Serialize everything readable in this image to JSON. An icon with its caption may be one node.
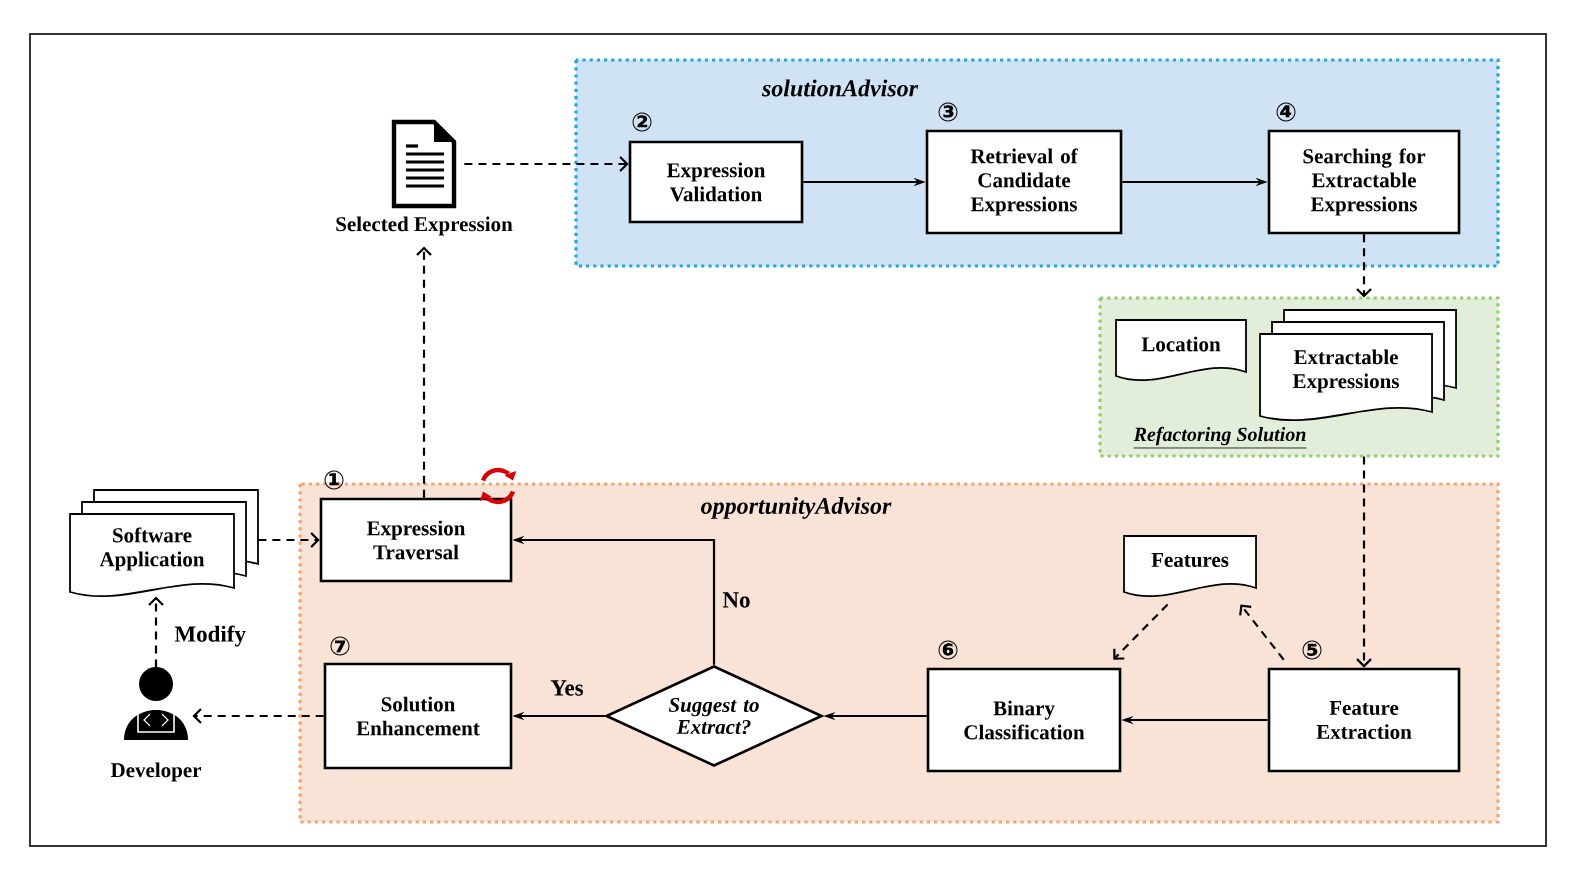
{
  "diagram": {
    "nodes": [
      {
        "text": [
          "solutionAdvisor"
        ]
      },
      {
        "text": [
          "Expression Validation"
        ],
        "in": 0,
        "beside": [
          "②"
        ]
      },
      {
        "text": [
          "Retrieval of Candidate Expressions"
        ],
        "in": 0,
        "beside": [
          "③"
        ]
      },
      {
        "text": [
          "Searching for Extractable Expressions"
        ],
        "in": 0,
        "beside": [
          "④"
        ]
      },
      {
        "text": [
          "Refactoring Solution"
        ]
      },
      {
        "text": [
          "Location"
        ],
        "in": 4
      },
      {
        "text": [
          "Extractable Expressions"
        ],
        "in": 4
      },
      {
        "text": [
          "opportunityAdvisor"
        ]
      },
      {
        "text": [
          "Expression Traversal"
        ],
        "in": 7,
        "beside": [
          "①"
        ]
      },
      {
        "text": [
          "Features"
        ],
        "in": 7
      },
      {
        "text": [
          "Feature Extraction"
        ],
        "in": 7,
        "beside": [
          "⑤"
        ]
      },
      {
        "text": [
          "Binary Classification"
        ],
        "in": 7,
        "beside": [
          "⑥"
        ]
      },
      {
        "text": [
          "Suggest to Extract?"
        ],
        "in": 7
      },
      {
        "text": [
          "Solution Enhancement"
        ],
        "in": 7,
        "beside": [
          "⑦"
        ]
      },
      {
        "text": [
          "Software Application"
        ]
      },
      {
        "text": [],
        "shape": "person",
        "beside": [
          "Developer"
        ]
      },
      {
        "text": [],
        "shape": "document",
        "beside": [
          "Selected Expression"
        ]
      }
    ],
    "edges": [
      {
        "from": 16,
        "to": 1,
        "arrow": "to",
        "style": "dashed"
      },
      {
        "from": 1,
        "to": 2,
        "arrow": "to"
      },
      {
        "from": 2,
        "to": 3,
        "arrow": "to"
      },
      {
        "from": 3,
        "to": 4,
        "arrow": "to",
        "style": "dashed"
      },
      {
        "from": 4,
        "to": 10,
        "arrow": "to",
        "style": "dashed"
      },
      {
        "from": 10,
        "to": 9,
        "arrow": "to",
        "style": "dashed"
      },
      {
        "from": 9,
        "to": 11,
        "arrow": "to",
        "style": "dashed"
      },
      {
        "from": 10,
        "to": 11,
        "arrow": "to"
      },
      {
        "from": 11,
        "to": 12,
        "arrow": "to"
      },
      {
        "from": 12,
        "to": 8,
        "arrow": "to",
        "label": "No"
      },
      {
        "from": 12,
        "to": 13,
        "arrow": "to",
        "label": "Yes"
      },
      {
        "from": 13,
        "to": 15,
        "arrow": "to",
        "style": "dashed"
      },
      {
        "from": 15,
        "to": 14,
        "arrow": "to",
        "style": "dashed",
        "label": "Modify"
      },
      {
        "from": 14,
        "to": 8,
        "arrow": "to",
        "style": "dashed"
      },
      {
        "from": 8,
        "to": 16,
        "arrow": "to",
        "style": "dashed"
      }
    ]
  }
}
